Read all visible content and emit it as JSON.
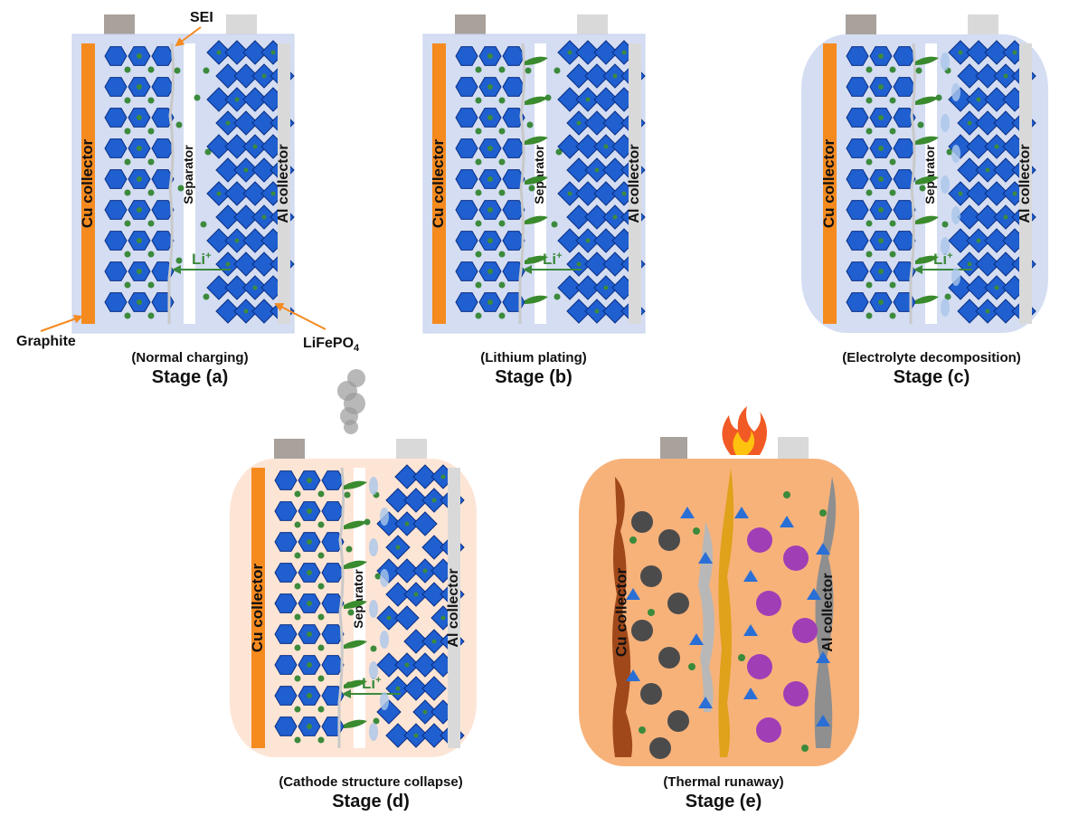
{
  "labels": {
    "cu_collector": "Cu collector",
    "al_collector": "Al collector",
    "separator": "Separator",
    "li_ion": "Li",
    "li_charge": "+",
    "sei": "SEI",
    "graphite": "Graphite",
    "lifepo4": "LiFePO",
    "lifepo4_sub": "4"
  },
  "stages": [
    {
      "subtitle": "(Normal charging)",
      "stage": "Stage (a)"
    },
    {
      "subtitle": "(Lithium plating)",
      "stage": "Stage (b)"
    },
    {
      "subtitle": "(Electrolyte decomposition)",
      "stage": "Stage (c)"
    },
    {
      "subtitle": "(Cathode structure collapse)",
      "stage": "Stage (d)"
    },
    {
      "subtitle": "(Thermal runaway)",
      "stage": "Stage (e)"
    }
  ],
  "colors": {
    "graphite_blue": "#1f5fd0",
    "cu_orange": "#f58a1f",
    "li_green": "#3c8a3c",
    "cell_blue": "#d4ddf2",
    "cell_peach": "#fde5d6",
    "runaway": "#f7b27a"
  }
}
